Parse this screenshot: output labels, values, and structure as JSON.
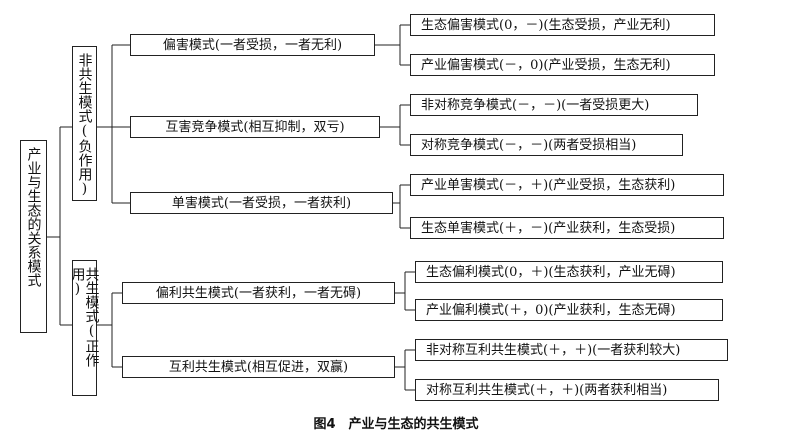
{
  "root": "产业与生态的关系模式",
  "categories": [
    {
      "label": "非共生模式(负作用)"
    },
    {
      "label": "共生模式(正作用)"
    }
  ],
  "modes": [
    "偏害模式(一者受损，一者无利)",
    "互害竞争模式(相互抑制，双亏)",
    "单害模式(一者受损，一者获利)",
    "偏利共生模式(一者获利，一者无碍)",
    "互利共生模式(相互促进，双赢)"
  ],
  "leaves": [
    "生态偏害模式(0，－)(生态受损，产业无利)",
    "产业偏害模式(－，0)(产业受损，生态无利)",
    "非对称竞争模式(－，－)(一者受损更大)",
    "对称竞争模式(－，－)(两者受损相当)",
    "产业单害模式(－，＋)(产业受损，生态获利)",
    "生态单害模式(＋，－)(产业获利，生态受损)",
    "生态偏利模式(0，＋)(生态获利，产业无碍)",
    "产业偏利模式(＋，0)(产业获利，生态无碍)",
    "非对称互利共生模式(＋，＋)(一者获利较大)",
    "对称互利共生模式(＋，＋)(两者获利相当)"
  ],
  "caption": "图4　产业与生态的共生模式"
}
